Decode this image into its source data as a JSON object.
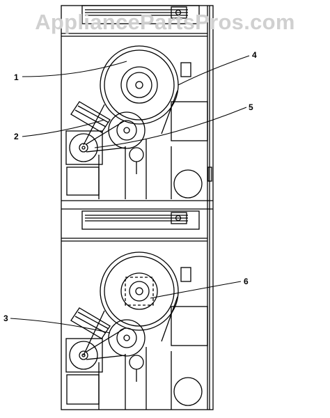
{
  "watermark": "AppliancePartsPros.com",
  "callouts": [
    "1",
    "2",
    "3",
    "4",
    "5",
    "6"
  ],
  "colors": {
    "line": "#000000",
    "background": "#ffffff",
    "watermark": "#d0d0d0"
  }
}
